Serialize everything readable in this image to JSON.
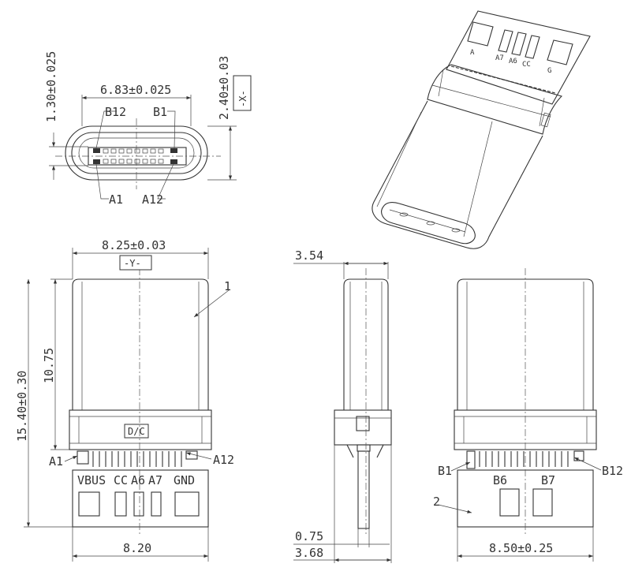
{
  "dimensions": {
    "pitch_height": "1.30±0.025",
    "opening_width": "6.83±0.025",
    "opening_height": "2.40±0.03",
    "body_width": "8.25±0.03",
    "shell_length": "10.75",
    "total_length": "15.40±0.30",
    "pcb_width_front": "8.20",
    "side_width": "3.54",
    "tail_thickness": "0.75",
    "side_overall": "3.68",
    "back_width": "8.50±0.25"
  },
  "datums": {
    "x": "-X-",
    "y": "-Y-",
    "dc": "D/C"
  },
  "pins": {
    "b12": "B12",
    "b1": "B1",
    "a1": "A1",
    "a12": "A12",
    "b6": "B6",
    "b7": "B7"
  },
  "front_labels": {
    "vbus": "VBUS",
    "cc": "CC",
    "a6": "A6",
    "a7": "A7",
    "gnd": "GND"
  },
  "callouts": {
    "c1": "1",
    "c2": "2"
  },
  "iso_labels": {
    "a": "A",
    "a7": "A7",
    "a6": "A6",
    "cc": "CC",
    "g": "G"
  }
}
